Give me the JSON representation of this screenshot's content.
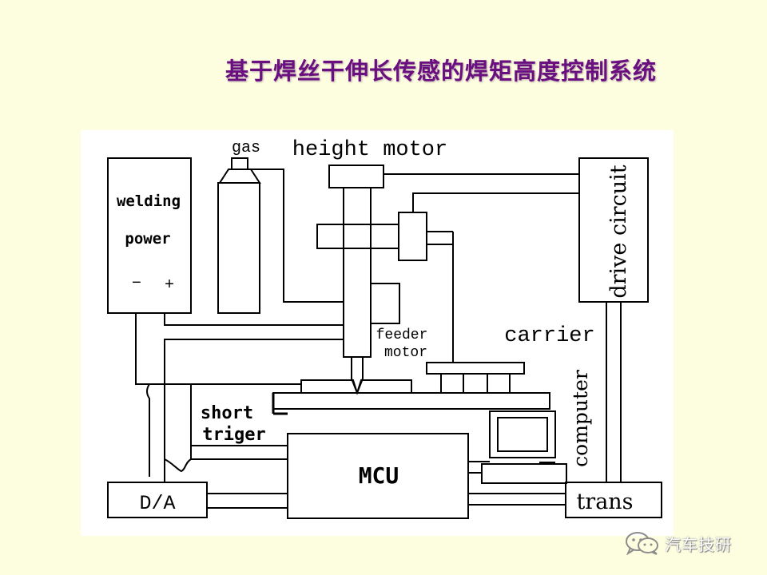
{
  "slide": {
    "title": "基于焊丝干伸长传感的焊矩高度控制系统"
  },
  "diagram": {
    "labels": {
      "welding": "welding",
      "power": "power",
      "minus": "−",
      "plus": "+",
      "gas": "gas",
      "height_motor": "height motor",
      "drive_circuit": "drive circuit",
      "feeder": "feeder",
      "motor": "motor",
      "carrier": "carrier",
      "computer": "computer",
      "short": "short",
      "triger": "triger",
      "mcu": "MCU",
      "da": "D/A",
      "trans": "trans"
    }
  },
  "watermark": {
    "text": "汽车技研",
    "icon": "wechat-icon"
  }
}
